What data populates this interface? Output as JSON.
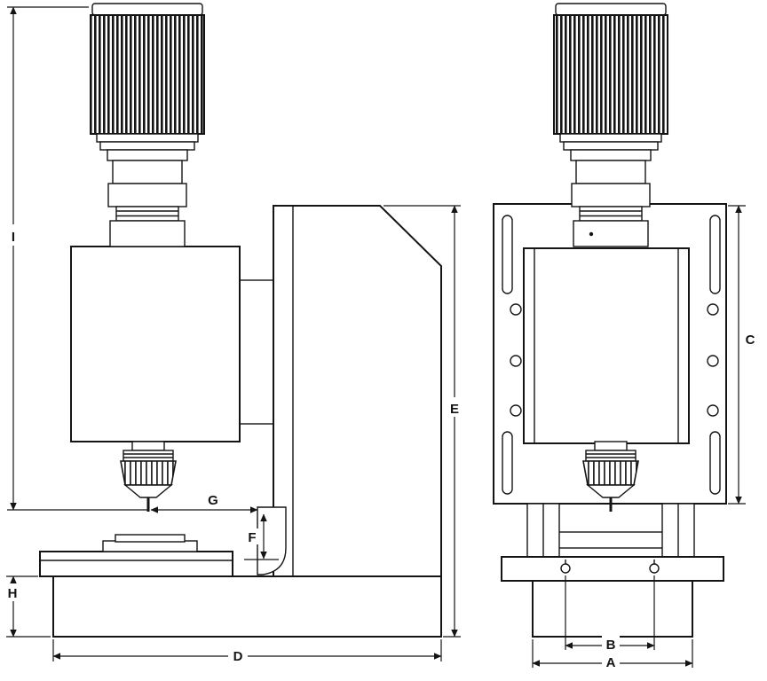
{
  "diagram": {
    "colors": {
      "line": "#141414",
      "background": "#ffffff"
    },
    "labels": {
      "A": "A",
      "B": "B",
      "C": "C",
      "D": "D",
      "E": "E",
      "F": "F",
      "G": "G",
      "H": "H",
      "I": "I"
    }
  }
}
